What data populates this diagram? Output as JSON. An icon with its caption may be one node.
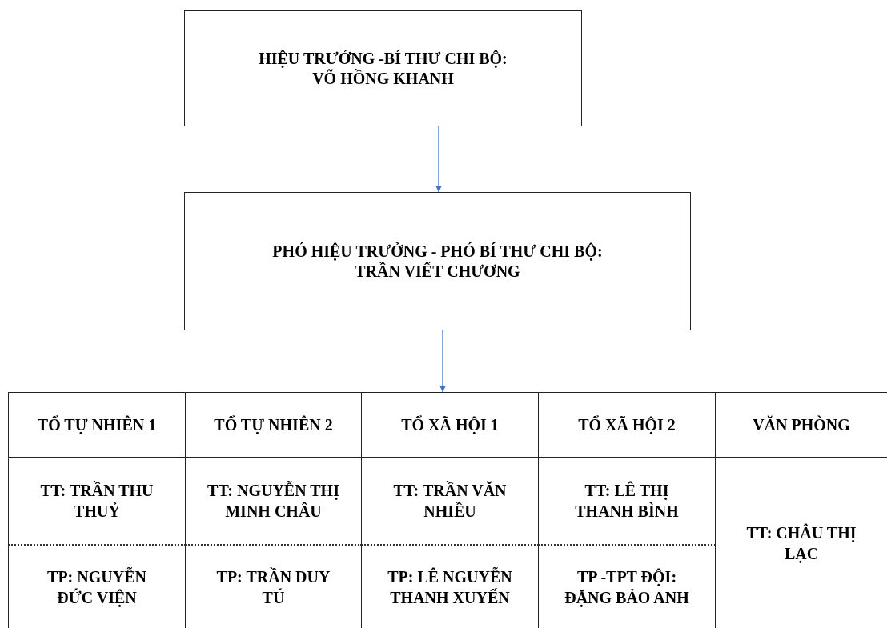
{
  "diagram": {
    "nodes": [
      {
        "text": [
          "HIỆU TRƯỞNG -BÍ THƯ CHI BỘ: VÕ HỒNG KHANH"
        ]
      },
      {
        "text": [
          "PHÓ HIỆU TRƯỞNG - PHÓ BÍ THƯ CHI BỘ: TRẦN VIẾT CHƯƠNG"
        ]
      },
      {
        "text": [],
        "shape": "box"
      },
      {
        "text": [
          "TỔ TỰ NHIÊN 1"
        ],
        "in": 2
      },
      {
        "text": [
          "TỔ TỰ NHIÊN 2"
        ],
        "in": 2
      },
      {
        "text": [
          "TỔ XÃ HỘI 1"
        ],
        "in": 2
      },
      {
        "text": [
          "TỔ XÃ HỘI 2"
        ],
        "in": 2
      },
      {
        "text": [
          "VĂN PHÒNG"
        ],
        "in": 2
      },
      {
        "text": [
          "TT: TRẦN THU THUỶ"
        ],
        "in": 2
      },
      {
        "text": [
          "TT: NGUYỄN THỊ MINH CHÂU"
        ],
        "in": 2
      },
      {
        "text": [
          "TT: TRẦN VĂN NHIỀU"
        ],
        "in": 2
      },
      {
        "text": [
          "TT: LÊ THỊ THANH BÌNH"
        ],
        "in": 2
      },
      {
        "text": [
          "TT: CHÂU THỊ LẠC"
        ],
        "in": 2
      },
      {
        "text": [
          "TP: NGUYỄN ĐỨC VIỆN"
        ],
        "in": 2
      },
      {
        "text": [
          "TP: TRẦN DUY TÚ"
        ],
        "in": 2
      },
      {
        "text": [
          "TP: LÊ NGUYỄN THANH XUYẾN"
        ],
        "in": 2
      },
      {
        "text": [
          "TP -TPT ĐỘI: ĐẶNG BẢO ANH"
        ],
        "in": 2
      }
    ],
    "edges": [
      {
        "from": 0,
        "to": 1,
        "arrow": "to"
      },
      {
        "from": 1,
        "to": 2,
        "arrow": "to"
      }
    ]
  }
}
